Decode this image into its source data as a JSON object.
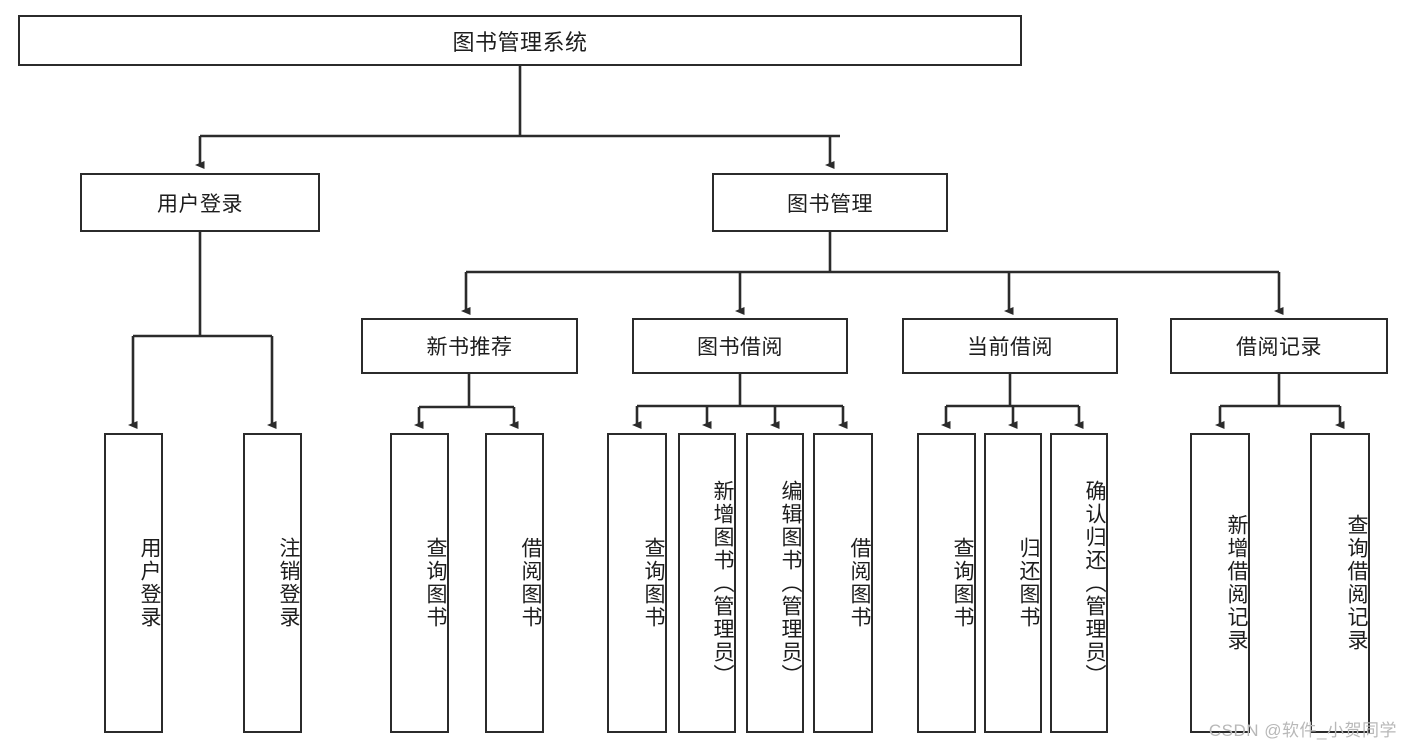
{
  "diagram": {
    "title": "图书管理系统",
    "type": "hierarchy-tree",
    "watermark": "CSDN @软件_小贺同学",
    "colors": {
      "box_border": "#2b2b2b",
      "box_fill": "#ffffff",
      "text": "#1d1d1d",
      "edge": "#2b2b2b",
      "watermark": "#b8b8b8"
    },
    "nodes": {
      "root": {
        "label": "图书管理系统"
      },
      "level1": [
        {
          "label": "用户登录"
        },
        {
          "label": "图书管理"
        }
      ],
      "level2": [
        {
          "label": "新书推荐"
        },
        {
          "label": "图书借阅"
        },
        {
          "label": "当前借阅"
        },
        {
          "label": "借阅记录"
        }
      ],
      "leaves": {
        "user_login": [
          {
            "label": "用户登录"
          },
          {
            "label": "注销登录"
          }
        ],
        "new_book_recommend": [
          {
            "label": "查询图书"
          },
          {
            "label": "借阅图书"
          }
        ],
        "book_borrow": [
          {
            "label": "查询图书"
          },
          {
            "label": "新增图书（管理员）"
          },
          {
            "label": "编辑图书（管理员）"
          },
          {
            "label": "借阅图书"
          }
        ],
        "current_borrow": [
          {
            "label": "查询图书"
          },
          {
            "label": "归还图书"
          },
          {
            "label": "确认归还（管理员）"
          }
        ],
        "borrow_record": [
          {
            "label": "新增借阅记录"
          },
          {
            "label": "查询借阅记录"
          }
        ]
      }
    }
  }
}
